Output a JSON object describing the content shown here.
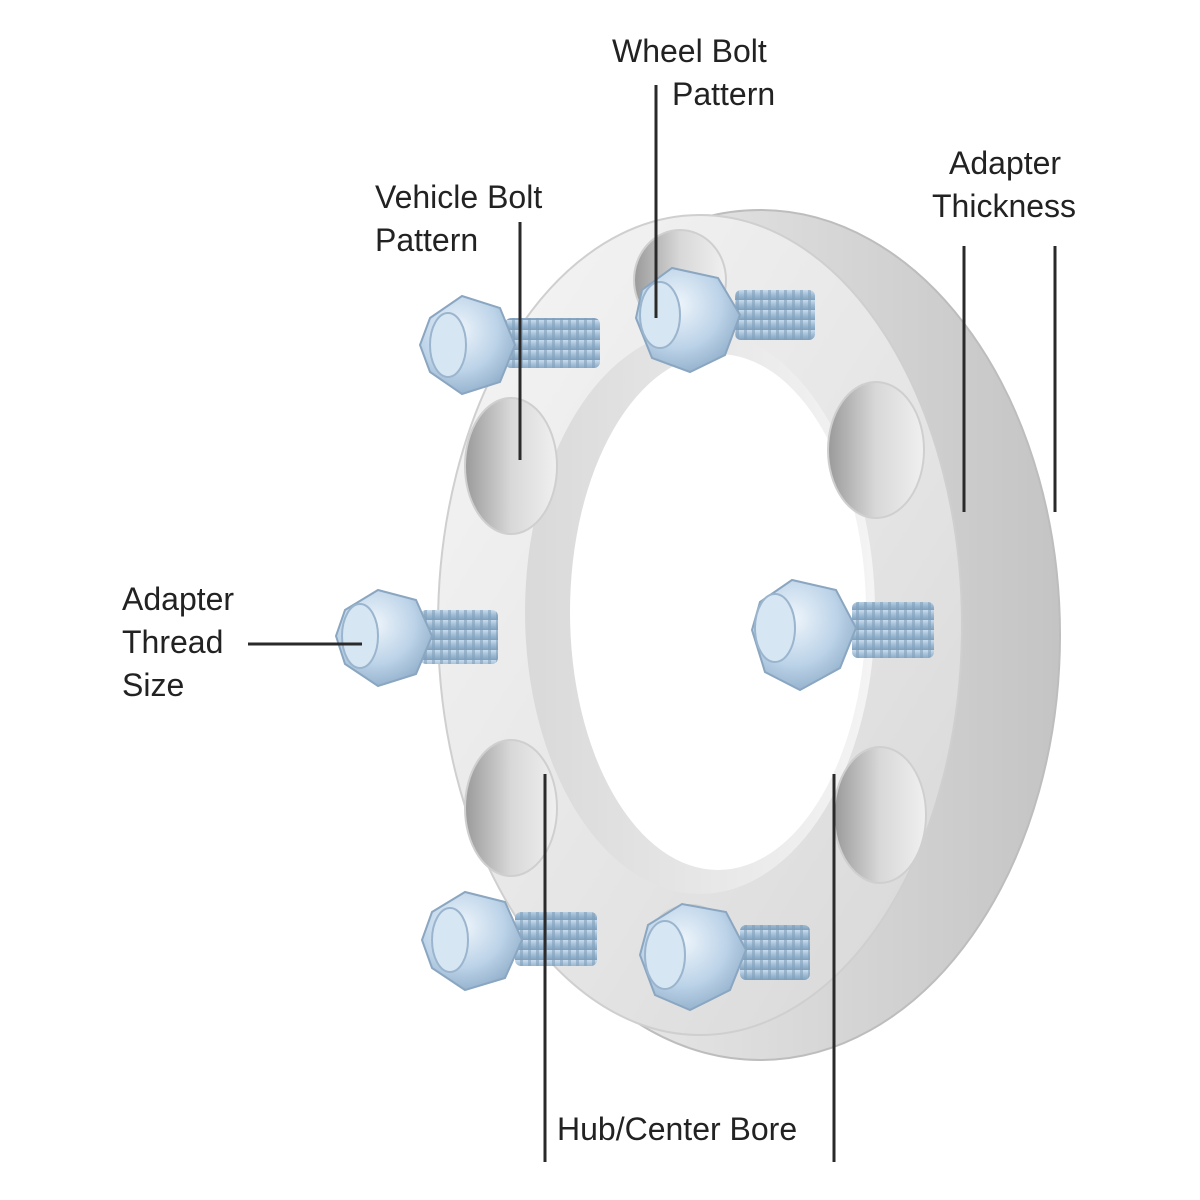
{
  "callouts": {
    "wheel_bolt_pattern": [
      "Wheel Bolt",
      "Pattern"
    ],
    "vehicle_bolt_pattern": [
      "Vehicle Bolt",
      "Pattern"
    ],
    "adapter_thickness": [
      "Adapter",
      "Thickness"
    ],
    "adapter_thread_size": [
      "Adapter",
      "Thread",
      "Size"
    ],
    "hub_center_bore": [
      "Hub/Center Bore"
    ]
  },
  "colors": {
    "text": "#222222",
    "leader_line": "#2a2a2a",
    "aluminum_face": "#e6e6e6",
    "aluminum_rim": "#d0d0d0",
    "stud_blue": "#a9c4dc",
    "nut_blue": "#bcd3e8",
    "background": "#ffffff"
  },
  "icons": [
    "wheel-spacer-adapter",
    "lug-stud",
    "lug-nut"
  ]
}
